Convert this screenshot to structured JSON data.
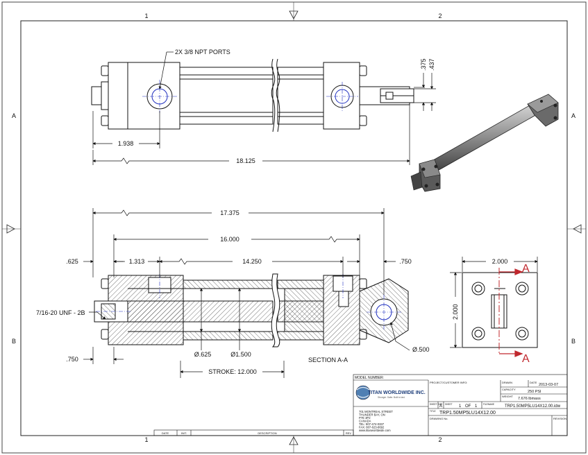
{
  "zones": {
    "col1": "1",
    "col2": "2",
    "rowA": "A",
    "rowB": "B"
  },
  "top_view": {
    "ports_callout": "2X 3/8 NPT PORTS",
    "dim_port": "1.938",
    "dim_overall": "18.125",
    "dim_375": ".375",
    "dim_437": ".437"
  },
  "section_view": {
    "dim_17375": "17.375",
    "dim_16000": "16.000",
    "dim_625": ".625",
    "dim_1313": "1.313",
    "dim_14250": "14.250",
    "dim_750_right": ".750",
    "thread_callout": "7/16-20 UNF - 2B",
    "dim_750_left": ".750",
    "dia_rod": "Ø.625",
    "dia_bore": "Ø1.500",
    "dia_pin": "Ø.500",
    "stroke": "STROKE: 12.000",
    "section_label": "SECTION A-A"
  },
  "end_view": {
    "dim_width": "2.000",
    "dim_height": "2.000",
    "section_marker": "A"
  },
  "title_block": {
    "model_number_label": "MODEL NUMBER:",
    "project_label": "PROJECT/CUSTOMER INFO:",
    "company": "TITAN WORLDWIDE INC.",
    "tagline": "Stronger. Safer. Built to last.",
    "address": [
      "701 MONTREAL STREET",
      "THUNDER BAY, ON",
      "P7E 3P2",
      "CANADA",
      "TEL: 807-474-0337",
      "FAX: 807-623-8692",
      "www.titanworldwide.com"
    ],
    "drawn_label": "DRAWN",
    "date_label": "DATE",
    "date": "2013-03-07",
    "capacity_label": "CAPACITY",
    "capacity": "250 PSI",
    "weight_label": "WEIGHT",
    "weight": "7.676 lbmass",
    "sheet_size_label": "SHEET SIZE",
    "sheet_size": "A",
    "sheet_label": "SHEET",
    "sheet_no": "1",
    "of_label": "OF",
    "sheet_total": "1",
    "filename_label": "FILENAME",
    "filename": "TRP1.50MP5LU14X12.00.idw",
    "title_label": "TITLE",
    "title": "TRP1.50MP5LU14X12.00",
    "drawing_no_label": "DRAWING No.",
    "revision_label": "REVISION",
    "rev_table": {
      "date": "DATE",
      "init": "INIT.",
      "description": "DESCRIPTION",
      "rev": "REV"
    }
  }
}
